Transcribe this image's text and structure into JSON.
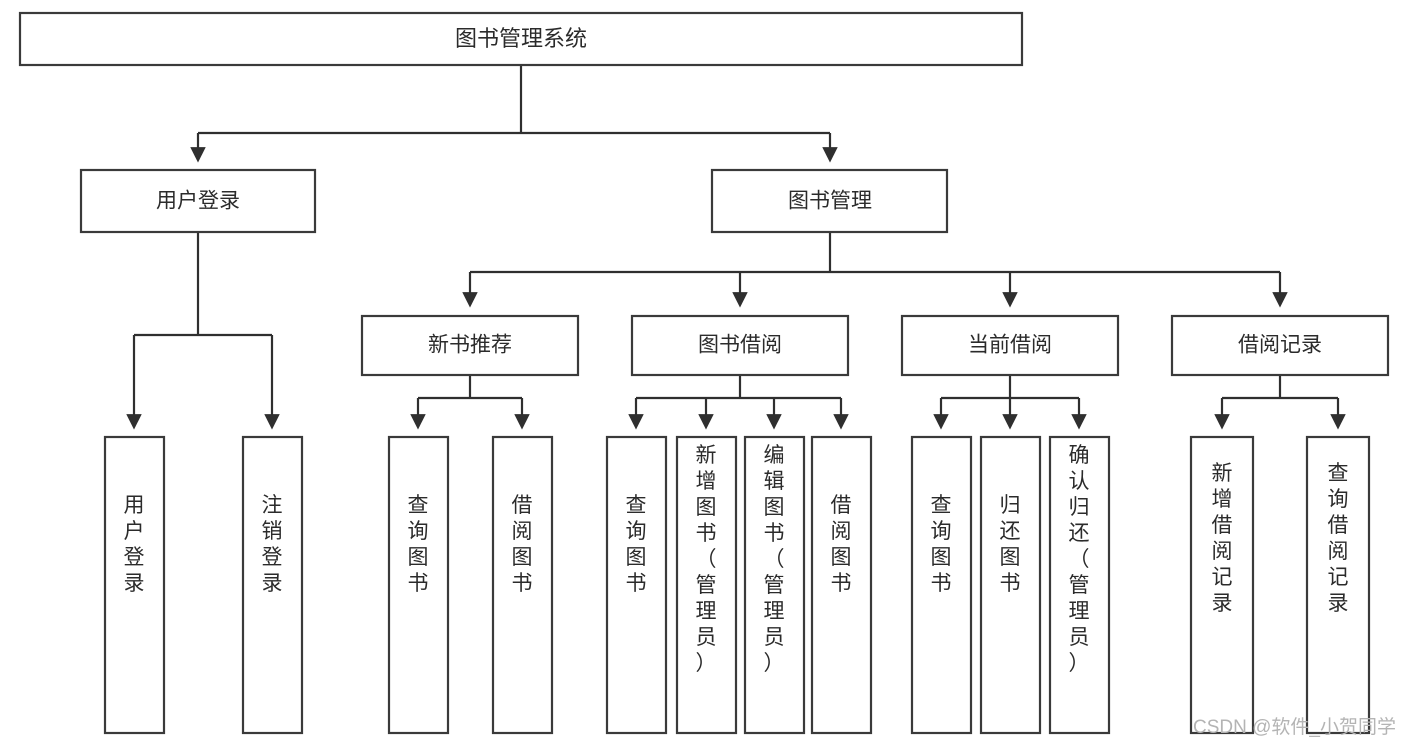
{
  "diagram": {
    "title": "图书管理系统",
    "type": "tree-hierarchy",
    "root": {
      "id": "root",
      "label": "图书管理系统"
    },
    "level2": [
      {
        "id": "user-login",
        "label": "用户登录"
      },
      {
        "id": "book-manage",
        "label": "图书管理"
      }
    ],
    "level3": [
      {
        "id": "new-book-recommend",
        "label": "新书推荐",
        "parent": "book-manage"
      },
      {
        "id": "book-borrow",
        "label": "图书借阅",
        "parent": "book-manage"
      },
      {
        "id": "current-borrow",
        "label": "当前借阅",
        "parent": "book-manage"
      },
      {
        "id": "borrow-record",
        "label": "借阅记录",
        "parent": "book-manage"
      }
    ],
    "leaves": [
      {
        "id": "leaf-user-login",
        "label": "用户登录",
        "parent": "user-login"
      },
      {
        "id": "leaf-logout-login",
        "label": "注销登录",
        "parent": "user-login"
      },
      {
        "id": "leaf-query-book-1",
        "label": "查询图书",
        "parent": "new-book-recommend"
      },
      {
        "id": "leaf-borrow-book-1",
        "label": "借阅图书",
        "parent": "new-book-recommend"
      },
      {
        "id": "leaf-query-book-2",
        "label": "查询图书",
        "parent": "book-borrow"
      },
      {
        "id": "leaf-add-book",
        "label": "新增图书（管理员）",
        "parent": "book-borrow"
      },
      {
        "id": "leaf-edit-book",
        "label": "编辑图书（管理员）",
        "parent": "book-borrow"
      },
      {
        "id": "leaf-borrow-book-2",
        "label": "借阅图书",
        "parent": "book-borrow"
      },
      {
        "id": "leaf-query-book-3",
        "label": "查询图书",
        "parent": "current-borrow"
      },
      {
        "id": "leaf-return-book",
        "label": "归还图书",
        "parent": "current-borrow"
      },
      {
        "id": "leaf-confirm-return",
        "label": "确认归还（管理员）",
        "parent": "current-borrow"
      },
      {
        "id": "leaf-add-record",
        "label": "新增借阅记录",
        "parent": "borrow-record"
      },
      {
        "id": "leaf-query-record",
        "label": "查询借阅记录",
        "parent": "borrow-record"
      }
    ],
    "colors": {
      "box_stroke": "#3a3a3a",
      "box_fill": "#ffffff",
      "connector": "#2f2f2f",
      "text": "#2b2b2b",
      "watermark": "#b4b4b4",
      "background": "#ffffff"
    }
  },
  "watermark": {
    "text": "CSDN @软件_小贺同学"
  }
}
